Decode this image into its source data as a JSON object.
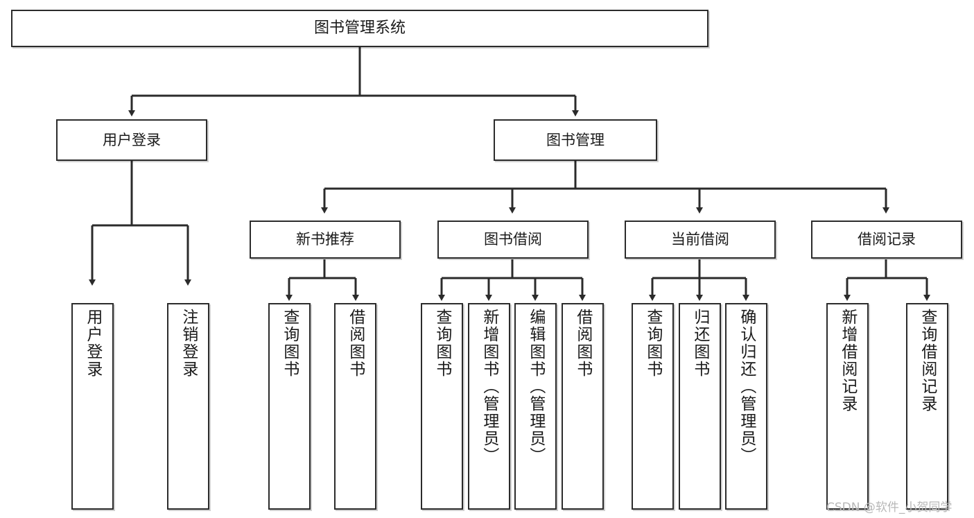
{
  "diagram": {
    "title": "图书管理系统",
    "watermark": "CSDN @软件_小贺同学",
    "line_color": "#2b2b2b",
    "box_fill": "#ffffff",
    "text_color": "#1a1a1a",
    "nodes": {
      "root": {
        "label": "图书管理系统"
      },
      "level2": [
        {
          "id": "user-login",
          "label": "用户登录"
        },
        {
          "id": "book-manage",
          "label": "图书管理"
        }
      ],
      "level3": [
        {
          "id": "new-book-recommend",
          "label": "新书推荐"
        },
        {
          "id": "book-borrow",
          "label": "图书借阅"
        },
        {
          "id": "current-borrow",
          "label": "当前借阅"
        },
        {
          "id": "borrow-record",
          "label": "借阅记录"
        }
      ],
      "leaves": [
        {
          "id": "leaf-user-login",
          "label": "用户登录",
          "parent": "user-login"
        },
        {
          "id": "leaf-logout-login",
          "label": "注销登录",
          "parent": "user-login"
        },
        {
          "id": "leaf-query-book-1",
          "label": "查询图书",
          "parent": "new-book-recommend"
        },
        {
          "id": "leaf-borrow-book-1",
          "label": "借阅图书",
          "parent": "new-book-recommend"
        },
        {
          "id": "leaf-query-book-2",
          "label": "查询图书",
          "parent": "book-borrow"
        },
        {
          "id": "leaf-add-book",
          "label": "新增图书（管理员）",
          "parent": "book-borrow"
        },
        {
          "id": "leaf-edit-book",
          "label": "编辑图书（管理员）",
          "parent": "book-borrow"
        },
        {
          "id": "leaf-borrow-book-2",
          "label": "借阅图书",
          "parent": "book-borrow"
        },
        {
          "id": "leaf-query-book-3",
          "label": "查询图书",
          "parent": "current-borrow"
        },
        {
          "id": "leaf-return-book",
          "label": "归还图书",
          "parent": "current-borrow"
        },
        {
          "id": "leaf-confirm-return",
          "label": "确认归还（管理员）",
          "parent": "current-borrow"
        },
        {
          "id": "leaf-add-borrow-record",
          "label": "新增借阅记录",
          "parent": "borrow-record"
        },
        {
          "id": "leaf-query-borrow-record",
          "label": "查询借阅记录",
          "parent": "borrow-record"
        }
      ]
    }
  }
}
